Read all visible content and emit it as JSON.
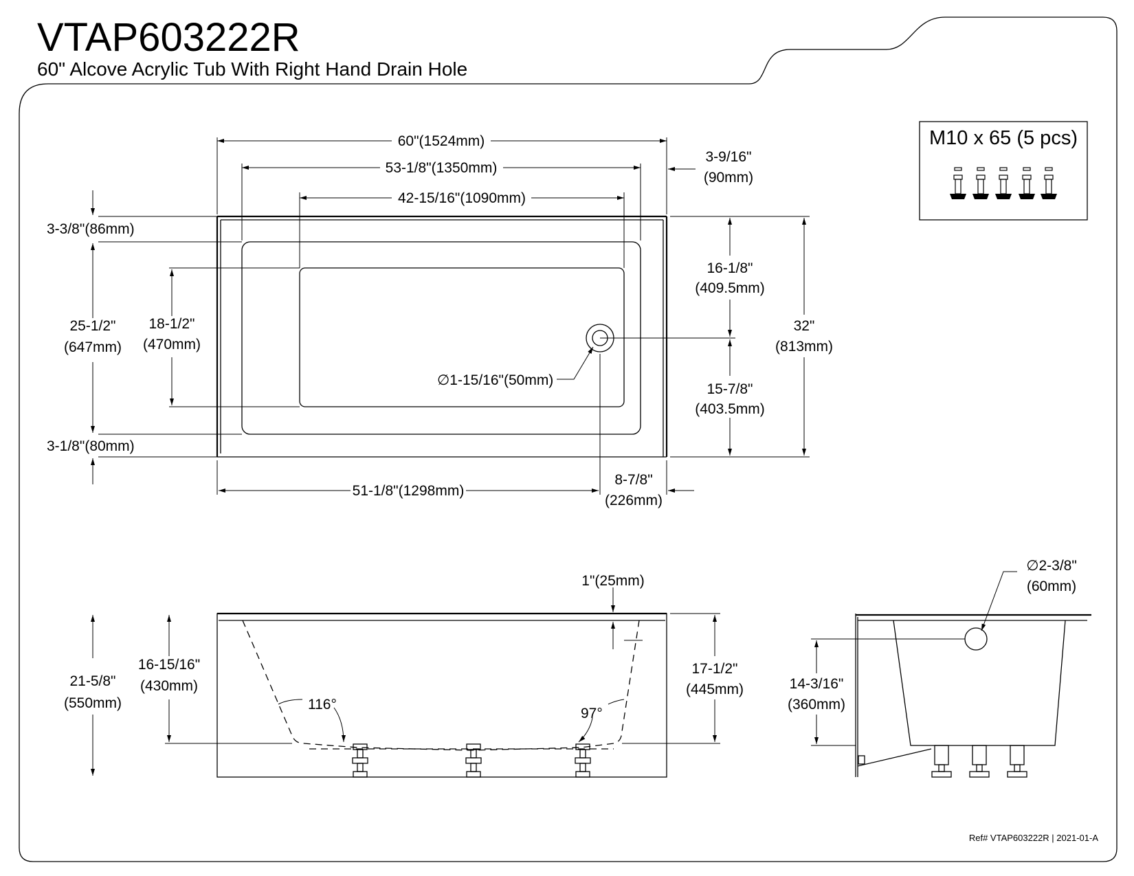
{
  "header": {
    "model": "VTAP603222R",
    "description": "60\" Alcove Acrylic Tub With Right Hand Drain Hole"
  },
  "hardware": {
    "label": "M10 x 65 (5 pcs)",
    "count": 5
  },
  "top_view": {
    "overall_length": "60\"(1524mm)",
    "inner_length": "53-1/8\"(1350mm)",
    "bottom_length": "42-15/16\"(1090mm)",
    "flange_right_a": "3-9/16\"",
    "flange_right_b": "(90mm)",
    "top_margin": "3-3/8\"(86mm)",
    "inner_width_a": "25-1/2\"",
    "inner_width_b": "(647mm)",
    "bottom_width_a": "18-1/2\"",
    "bottom_width_b": "(470mm)",
    "bottom_margin": "3-1/8\"(80mm)",
    "drain_to_back_a": "16-1/8\"",
    "drain_to_back_b": "(409.5mm)",
    "drain_to_front_a": "15-7/8\"",
    "drain_to_front_b": "(403.5mm)",
    "overall_width_a": "32\"",
    "overall_width_b": "(813mm)",
    "drain_diameter": "∅1-15/16\"(50mm)",
    "drain_offset": "51-1/8\"(1298mm)",
    "drain_end_a": "8-7/8\"",
    "drain_end_b": "(226mm)"
  },
  "front_view": {
    "rim": "1\"(25mm)",
    "overall_height_a": "21-5/8\"",
    "overall_height_b": "(550mm)",
    "depth_a": "16-15/16\"",
    "depth_b": "(430mm)",
    "inner_depth_a": "17-1/2\"",
    "inner_depth_b": "(445mm)",
    "angle_left": "116°",
    "angle_right": "97°"
  },
  "side_view": {
    "overflow_diameter_a": "∅2-3/8\"",
    "overflow_diameter_b": "(60mm)",
    "overflow_height_a": "14-3/16\"",
    "overflow_height_b": "(360mm)"
  },
  "footer": {
    "reference": "Ref# VTAP603222R | 2021-01-A"
  }
}
